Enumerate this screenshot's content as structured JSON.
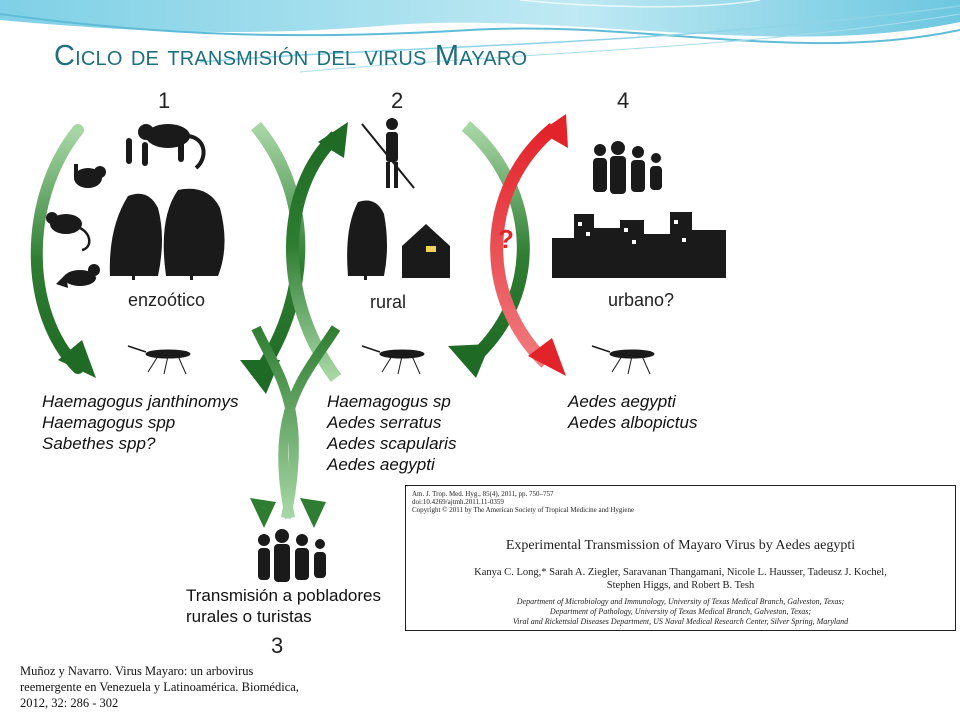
{
  "slide": {
    "title": "Ciclo de transmisión del virus Mayaro"
  },
  "diagram": {
    "panel_numbers": [
      "1",
      "2",
      "4",
      "3"
    ],
    "environments": {
      "enzootic": "enzoótico",
      "rural": "rural",
      "urban": "urbano?"
    },
    "unknown_mark": "?",
    "vectors": {
      "enzootic": [
        "Haemagogus janthinomys",
        "Haemagogus spp",
        "Sabethes spp?"
      ],
      "rural": [
        "Haemagogus sp",
        "Aedes serratus",
        "Aedes scapularis",
        "Aedes aegypti"
      ],
      "urban": [
        "Aedes aegypti",
        "Aedes albopictus"
      ]
    },
    "transmission": [
      "Transmisión a pobladores",
      "rurales o turistas"
    ],
    "colors": {
      "green_arrow": "#2e7d32",
      "red_arrow": "#e3232a",
      "silhouette": "#1a1a1a"
    }
  },
  "paper": {
    "journal_lines": [
      "Am. J. Trop. Med. Hyg., 85(4), 2011, pp. 750–757",
      "doi:10.4269/ajtmh.2011.11-0359",
      "Copyright © 2011 by The American Society of Tropical Medicine and Hygiene"
    ],
    "title": "Experimental Transmission of Mayaro Virus by Aedes aegypti",
    "authors": [
      "Kanya C. Long,* Sarah A. Ziegler, Saravanan Thangamani, Nicole L. Hausser, Tadeusz J. Kochel,",
      "Stephen Higgs, and Robert B. Tesh"
    ],
    "affiliations": [
      "Department of Microbiology and Immunology, University of Texas Medical Branch, Galveston, Texas;",
      "Department of Pathology, University of Texas Medical Branch, Galveston, Texas;",
      "Viral and Rickettsial Diseases Department, US Naval Medical Research Center, Silver Spring, Maryland"
    ]
  },
  "citation": [
    "Muñoz y Navarro. Virus Mayaro: un arbovirus",
    "reemergente en Venezuela y Latinoamérica. Biomédica,",
    "2012, 32: 286 - 302"
  ]
}
